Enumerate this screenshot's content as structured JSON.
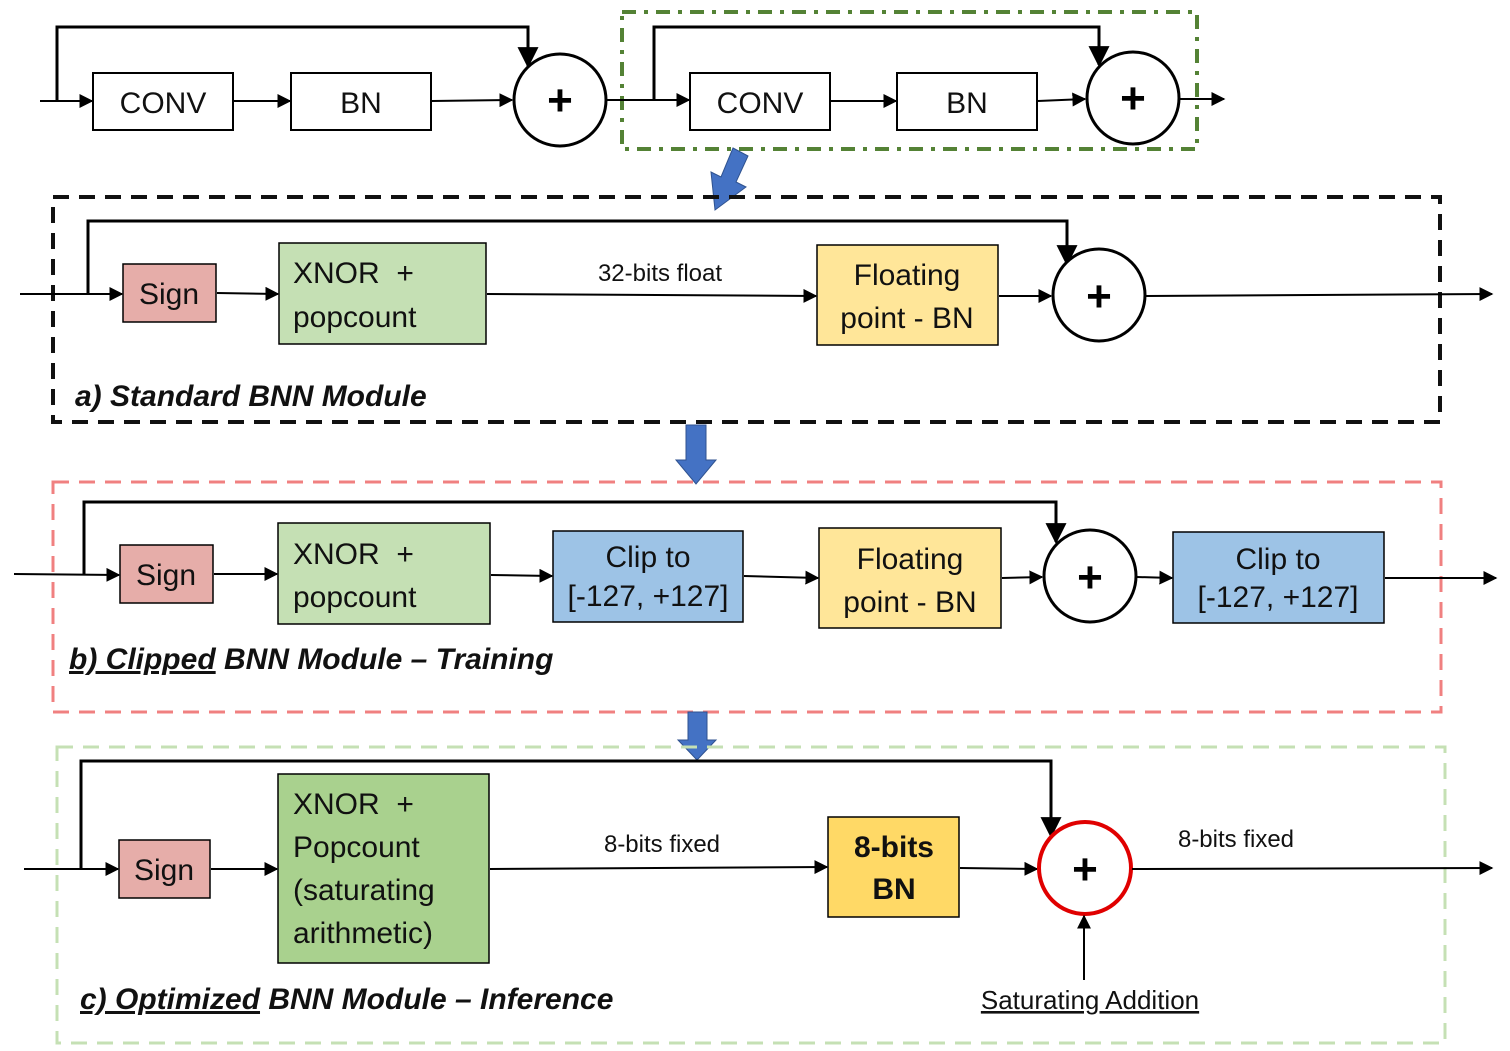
{
  "top_row": {
    "conv_1": "CONV",
    "bn_1": "BN",
    "plus_1": "+",
    "conv_2": "CONV",
    "bn_2": "BN",
    "plus_2": "+"
  },
  "module_a": {
    "sign": "Sign",
    "xnor_line1": "XNOR  +",
    "xnor_line2": "popcount",
    "edge_label": "32-bits float",
    "bn_line1": "Floating",
    "bn_line2": "point - BN",
    "plus": "+",
    "title": "a) Standard BNN Module"
  },
  "module_b": {
    "sign": "Sign",
    "xnor_line1": "XNOR  +",
    "xnor_line2": "popcount",
    "clip1_line1": "Clip to",
    "clip1_line2": "[-127, +127]",
    "bn_line1": "Floating",
    "bn_line2": "point - BN",
    "plus": "+",
    "clip2_line1": "Clip to",
    "clip2_line2": "[-127, +127]",
    "title_part1": "b) Clipped",
    "title_part2": " BNN Module – Training"
  },
  "module_c": {
    "sign": "Sign",
    "xnor_line1": "XNOR  +",
    "xnor_line2": "Popcount",
    "xnor_line3": "(saturating",
    "xnor_line4": "arithmetic)",
    "edge_label_1": "8-bits fixed",
    "bn_line1": "8-bits",
    "bn_line2": "BN",
    "plus": "+",
    "edge_label_2": "8-bits fixed",
    "saturating_label": "Saturating Addition",
    "title_part1": "c) Optimized",
    "title_part2": " BNN Module – Inference"
  },
  "colors": {
    "sign_fill": "#E6ADA9",
    "xnor_fill": "#C5E0B4",
    "xnor_dark_fill": "#A9D18E",
    "bn_fill": "#FFE699",
    "bn_dark_fill": "#FFD966",
    "clip_fill": "#9DC3E6",
    "green_dashdot": "#548235",
    "black_dash": "#111111",
    "red_dash": "#F08080",
    "light_green_dash": "#C5E0B4",
    "blue_arrow": "#4472C4",
    "saturating_circle": "#E00000"
  }
}
